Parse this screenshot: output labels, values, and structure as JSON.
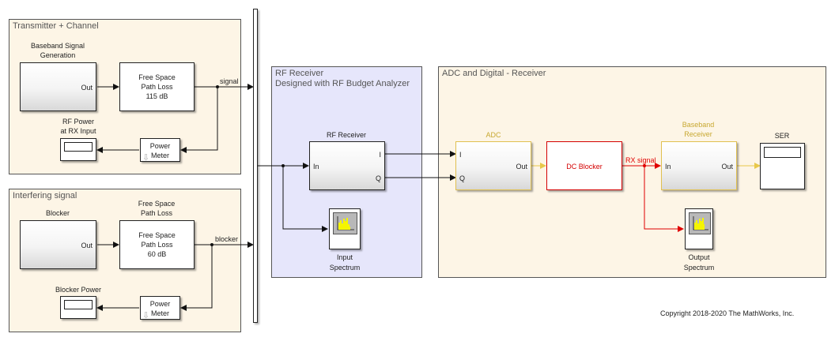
{
  "areas": {
    "transmitter": "Transmitter + Channel",
    "interferer": "Interfering signal",
    "rf_receiver": "RF Receiver\nDesigned with RF Budget Analyzer",
    "adc_digital": "ADC and Digital - Receiver"
  },
  "blocks": {
    "baseband_gen": {
      "label": "Baseband Signal\nGeneration",
      "out_port": "Out"
    },
    "fspl_signal": {
      "text_line1": "Free Space",
      "text_line2": "Path Loss",
      "text_line3": "115 dB"
    },
    "rf_power_display": {
      "label": "RF Power\nat RX Input"
    },
    "power_meter_1": {
      "text_line1": "Power",
      "text_line2": "Meter"
    },
    "blocker": {
      "label": "Blocker",
      "out_port": "Out"
    },
    "fspl_blocker": {
      "label": "Free Space\nPath Loss",
      "text_line1": "Free Space",
      "text_line2": "Path Loss",
      "text_line3": "60 dB"
    },
    "blocker_power_display": {
      "label": "Blocker Power"
    },
    "power_meter_2": {
      "text_line1": "Power",
      "text_line2": "Meter"
    },
    "rf_receiver": {
      "label": "RF Receiver",
      "in_port": "In",
      "out_i": "I",
      "out_q": "Q"
    },
    "input_spectrum": {
      "label_line1": "Input",
      "label_line2": "Spectrum"
    },
    "adc": {
      "label": "ADC",
      "in_i": "I",
      "in_q": "Q",
      "out_port": "Out"
    },
    "dc_blocker": {
      "text": "DC Blocker"
    },
    "baseband_receiver": {
      "label": "Baseband\nReceiver",
      "in_port": "In",
      "out_port": "Out"
    },
    "ser_display": {
      "label": "SER"
    },
    "output_spectrum": {
      "label_line1": "Output",
      "label_line2": "Spectrum"
    }
  },
  "signals": {
    "signal": "signal",
    "blocker": "blocker",
    "rx_signal": "RX signal"
  },
  "colors": {
    "adc_accent": "#d4b846",
    "dc_blocker_accent": "#d40000",
    "spectrum_bars": "#f5f500"
  },
  "copyright": "Copyright 2018-2020 The MathWorks, Inc."
}
